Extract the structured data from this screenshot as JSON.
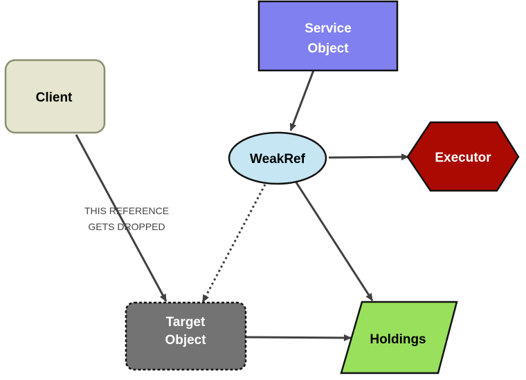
{
  "nodes": {
    "service": {
      "label_line1": "Service",
      "label_line2": "Object",
      "fill": "#8080f0",
      "text_color": "#ffffff"
    },
    "client": {
      "label": "Client",
      "fill": "#e5e5d0",
      "stroke": "#8c8c70",
      "text_color": "#000000"
    },
    "weakref": {
      "label": "WeakRef",
      "fill": "#c5e6f2",
      "text_color": "#000000"
    },
    "executor": {
      "label": "Executor",
      "fill": "#aa0a00",
      "text_color": "#ffffff"
    },
    "target": {
      "label_line1": "Target",
      "label_line2": "Object",
      "fill": "#737373",
      "text_color": "#ffffff"
    },
    "holdings": {
      "label": "Holdings",
      "fill": "#99e05c",
      "text_color": "#000000"
    }
  },
  "edges": {
    "client_target": {
      "label_line1": "THIS REFERENCE",
      "label_line2": "GETS DROPPED"
    }
  }
}
